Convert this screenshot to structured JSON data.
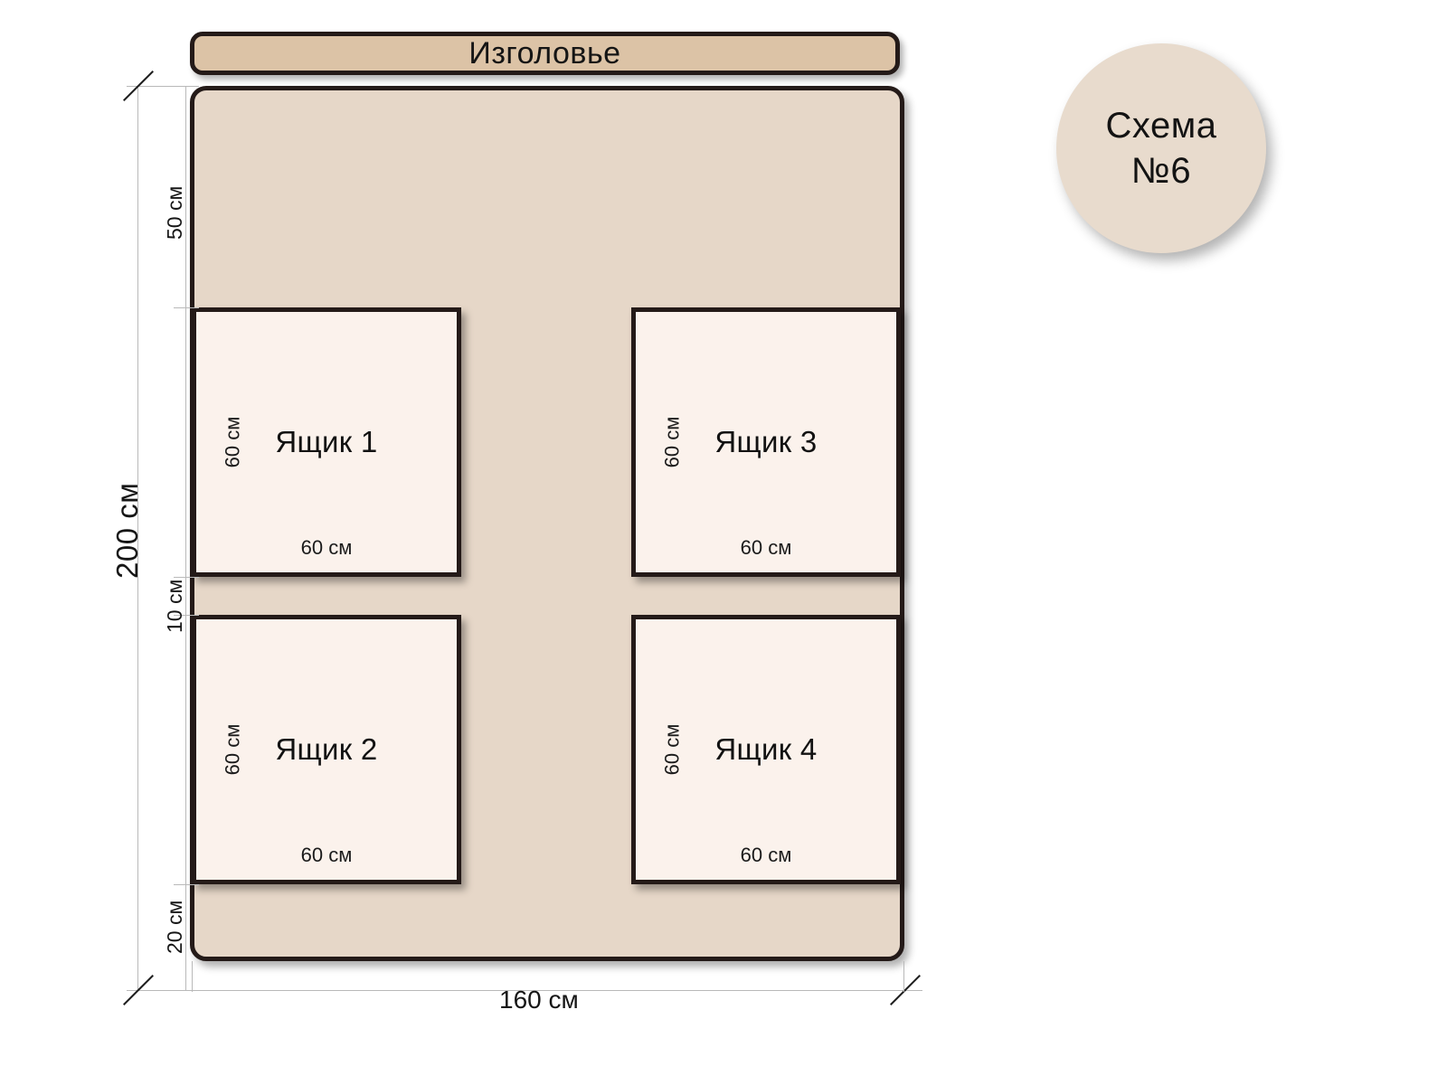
{
  "diagram": {
    "headboard": {
      "label": "Изголовье"
    },
    "badge": {
      "line1": "Схема",
      "line2": "№6"
    },
    "bed": {
      "total_width": "160 см",
      "total_height": "200 см"
    },
    "vertical_dimensions": [
      {
        "name": "top-gap",
        "label": "50 см"
      },
      {
        "name": "drawer-row-1",
        "label": "60 см"
      },
      {
        "name": "middle-gap",
        "label": "10 см"
      },
      {
        "name": "drawer-row-2",
        "label": "60 см"
      },
      {
        "name": "bottom-gap",
        "label": "20 см"
      }
    ],
    "drawers": [
      {
        "title": "Ящик 1",
        "width": "60 см",
        "height": "60 см"
      },
      {
        "title": "Ящик 2",
        "width": "60 см",
        "height": "60 см"
      },
      {
        "title": "Ящик 3",
        "width": "60 см",
        "height": "60 см"
      },
      {
        "title": "Ящик 4",
        "width": "60 см",
        "height": "60 см"
      }
    ],
    "colors": {
      "headboard_fill": "#DCC3A6",
      "mattress_fill": "#E6D7C8",
      "drawer_fill": "#FBF2EC",
      "badge_fill": "#E8DBCD",
      "outline": "#241A18"
    }
  }
}
